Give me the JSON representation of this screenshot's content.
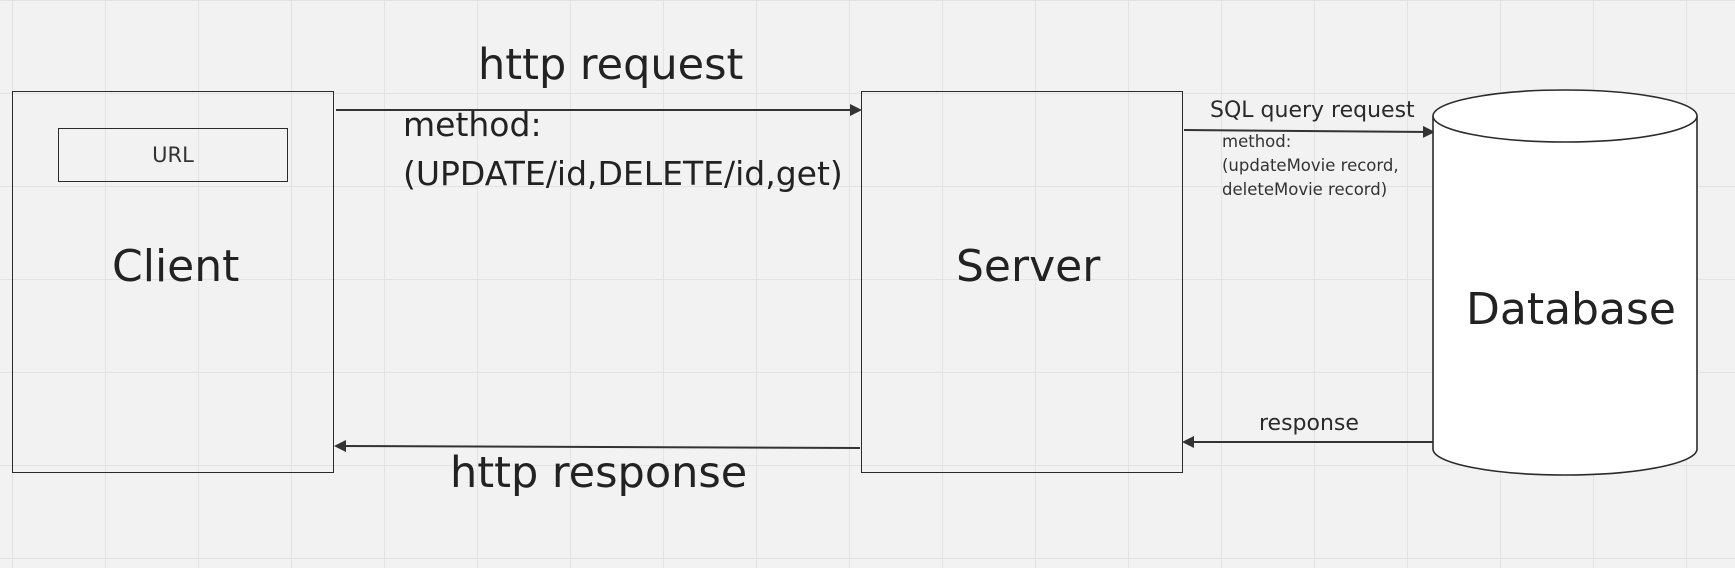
{
  "nodes": {
    "client": "Client",
    "url": "URL",
    "server": "Server",
    "database": "Database"
  },
  "edges": {
    "http_request": "http request",
    "http_request_method_line1": "method:",
    "http_request_method_line2": "(UPDATE/id,DELETE/id,get)",
    "http_response": "http response",
    "sql_request": "SQL query request",
    "sql_method_line1": "method:",
    "sql_method_line2": "(updateMovie record,",
    "sql_method_line3": "deleteMovie record)",
    "db_response": "response"
  },
  "colors": {
    "background": "#f2f2f2",
    "grid": "#e3e3e3",
    "stroke": "#2b2b2b",
    "text": "#222222"
  }
}
